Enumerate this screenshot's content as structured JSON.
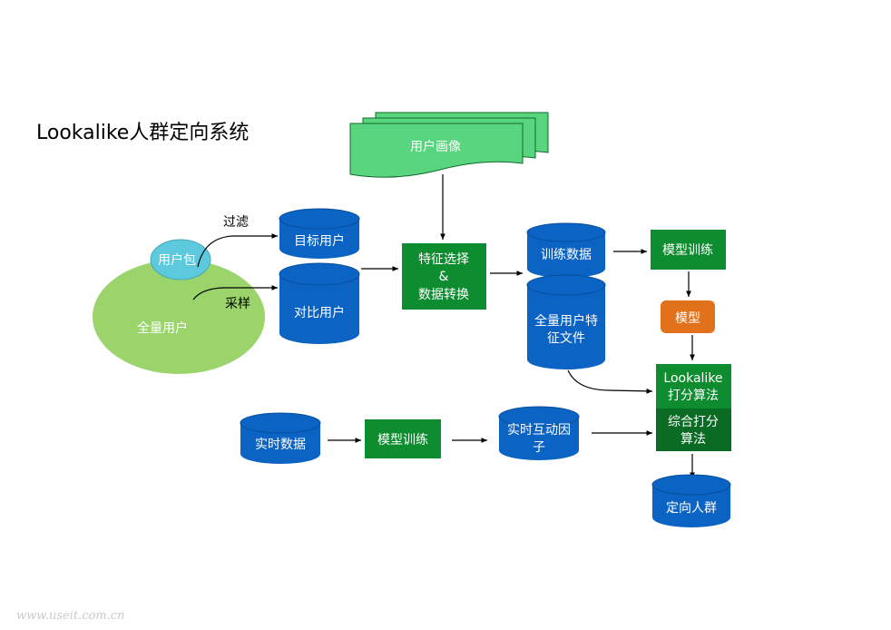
{
  "title": "Lookalike人群定向系统",
  "nodes": {
    "user_profile": "用户画像",
    "user_package": "用户包",
    "all_users": "全量用户",
    "target_users": "目标用户",
    "control_users": "对比用户",
    "feature_select_1": "特征选择",
    "feature_select_2": "&",
    "feature_select_3": "数据转换",
    "training_data": "训练数据",
    "full_feature_1": "全量用户特",
    "full_feature_2": "征文件",
    "model_training_top": "模型训练",
    "model": "模型",
    "lookalike_1": "Lookalike",
    "lookalike_2": "打分算法",
    "combined_1": "综合打分",
    "combined_2": "算法",
    "realtime_data": "实时数据",
    "model_training_bottom": "模型训练",
    "interaction_1": "实时互动因",
    "interaction_2": "子",
    "target_crowd": "定向人群"
  },
  "edge_labels": {
    "filter": "过滤",
    "sample": "采样"
  },
  "watermark": "www.useit.com.cn",
  "colors": {
    "blue": "#0B63C3",
    "blue_dark": "#084f9c",
    "green": "#0E8C30",
    "dark_green": "#0A6B24",
    "light_green": "#5AD57F",
    "ellipse": "#9AD46A",
    "cyan": "#5CC9DC",
    "orange": "#E2711C"
  }
}
